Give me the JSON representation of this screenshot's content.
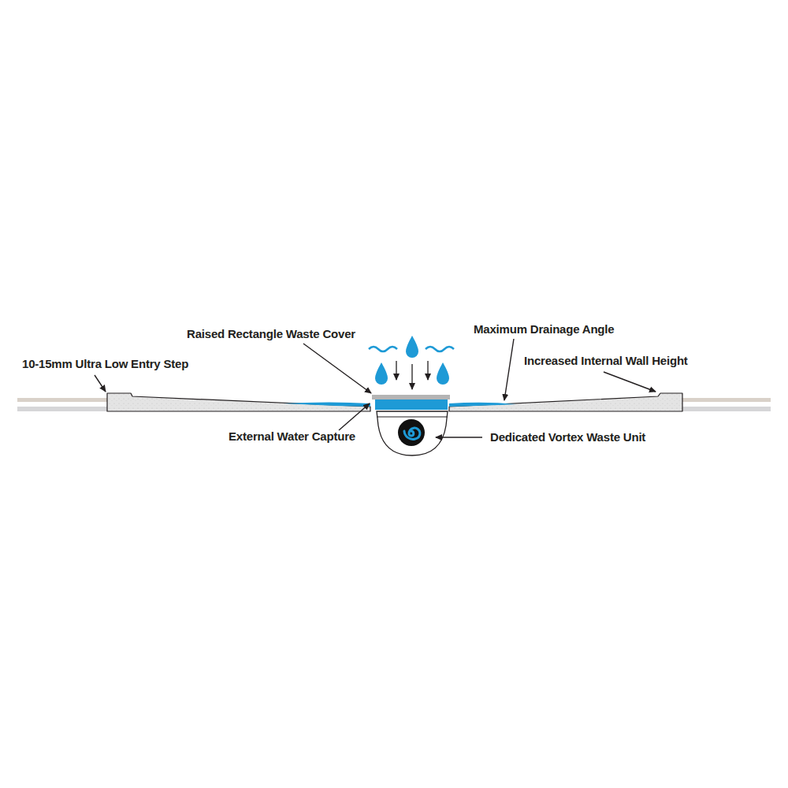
{
  "diagram": {
    "labels": [
      "Raised Rectangle Waste Cover",
      "Maximum Drainage Angle",
      "10-15mm Ultra Low Entry Step",
      "Increased Internal Wall Height",
      "External Water Capture",
      "Dedicated Vortex Waste Unit"
    ]
  }
}
